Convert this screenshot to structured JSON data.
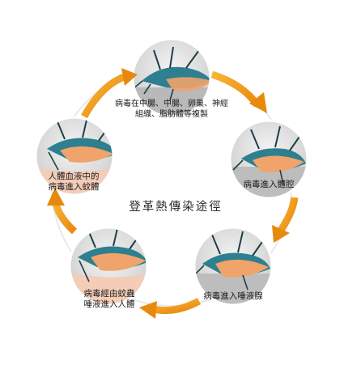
{
  "diagram": {
    "center_title": "登革熱傳染途徑",
    "stages": [
      {
        "lines": [
          "病毒在中腸、中腸、卵巢、神經",
          "組織、脂肪體等複製"
        ]
      },
      {
        "lines": [
          "病毒進入體腔"
        ]
      },
      {
        "lines": [
          "病毒進入唾液腺"
        ]
      },
      {
        "lines": [
          "病毒經由蚊蟲",
          "唾液進入人體"
        ]
      },
      {
        "lines": [
          "人體血液中的",
          "病毒進入蚊體"
        ]
      }
    ],
    "colors": {
      "arrow": "#f5a218",
      "arrow_dark": "#e08a0a",
      "mosquito_body": "#2e7f8f",
      "mosquito_abdomen": "#f0a36a",
      "skin": "#f3cdb8",
      "disc_gray": "#d9d9d9"
    }
  }
}
